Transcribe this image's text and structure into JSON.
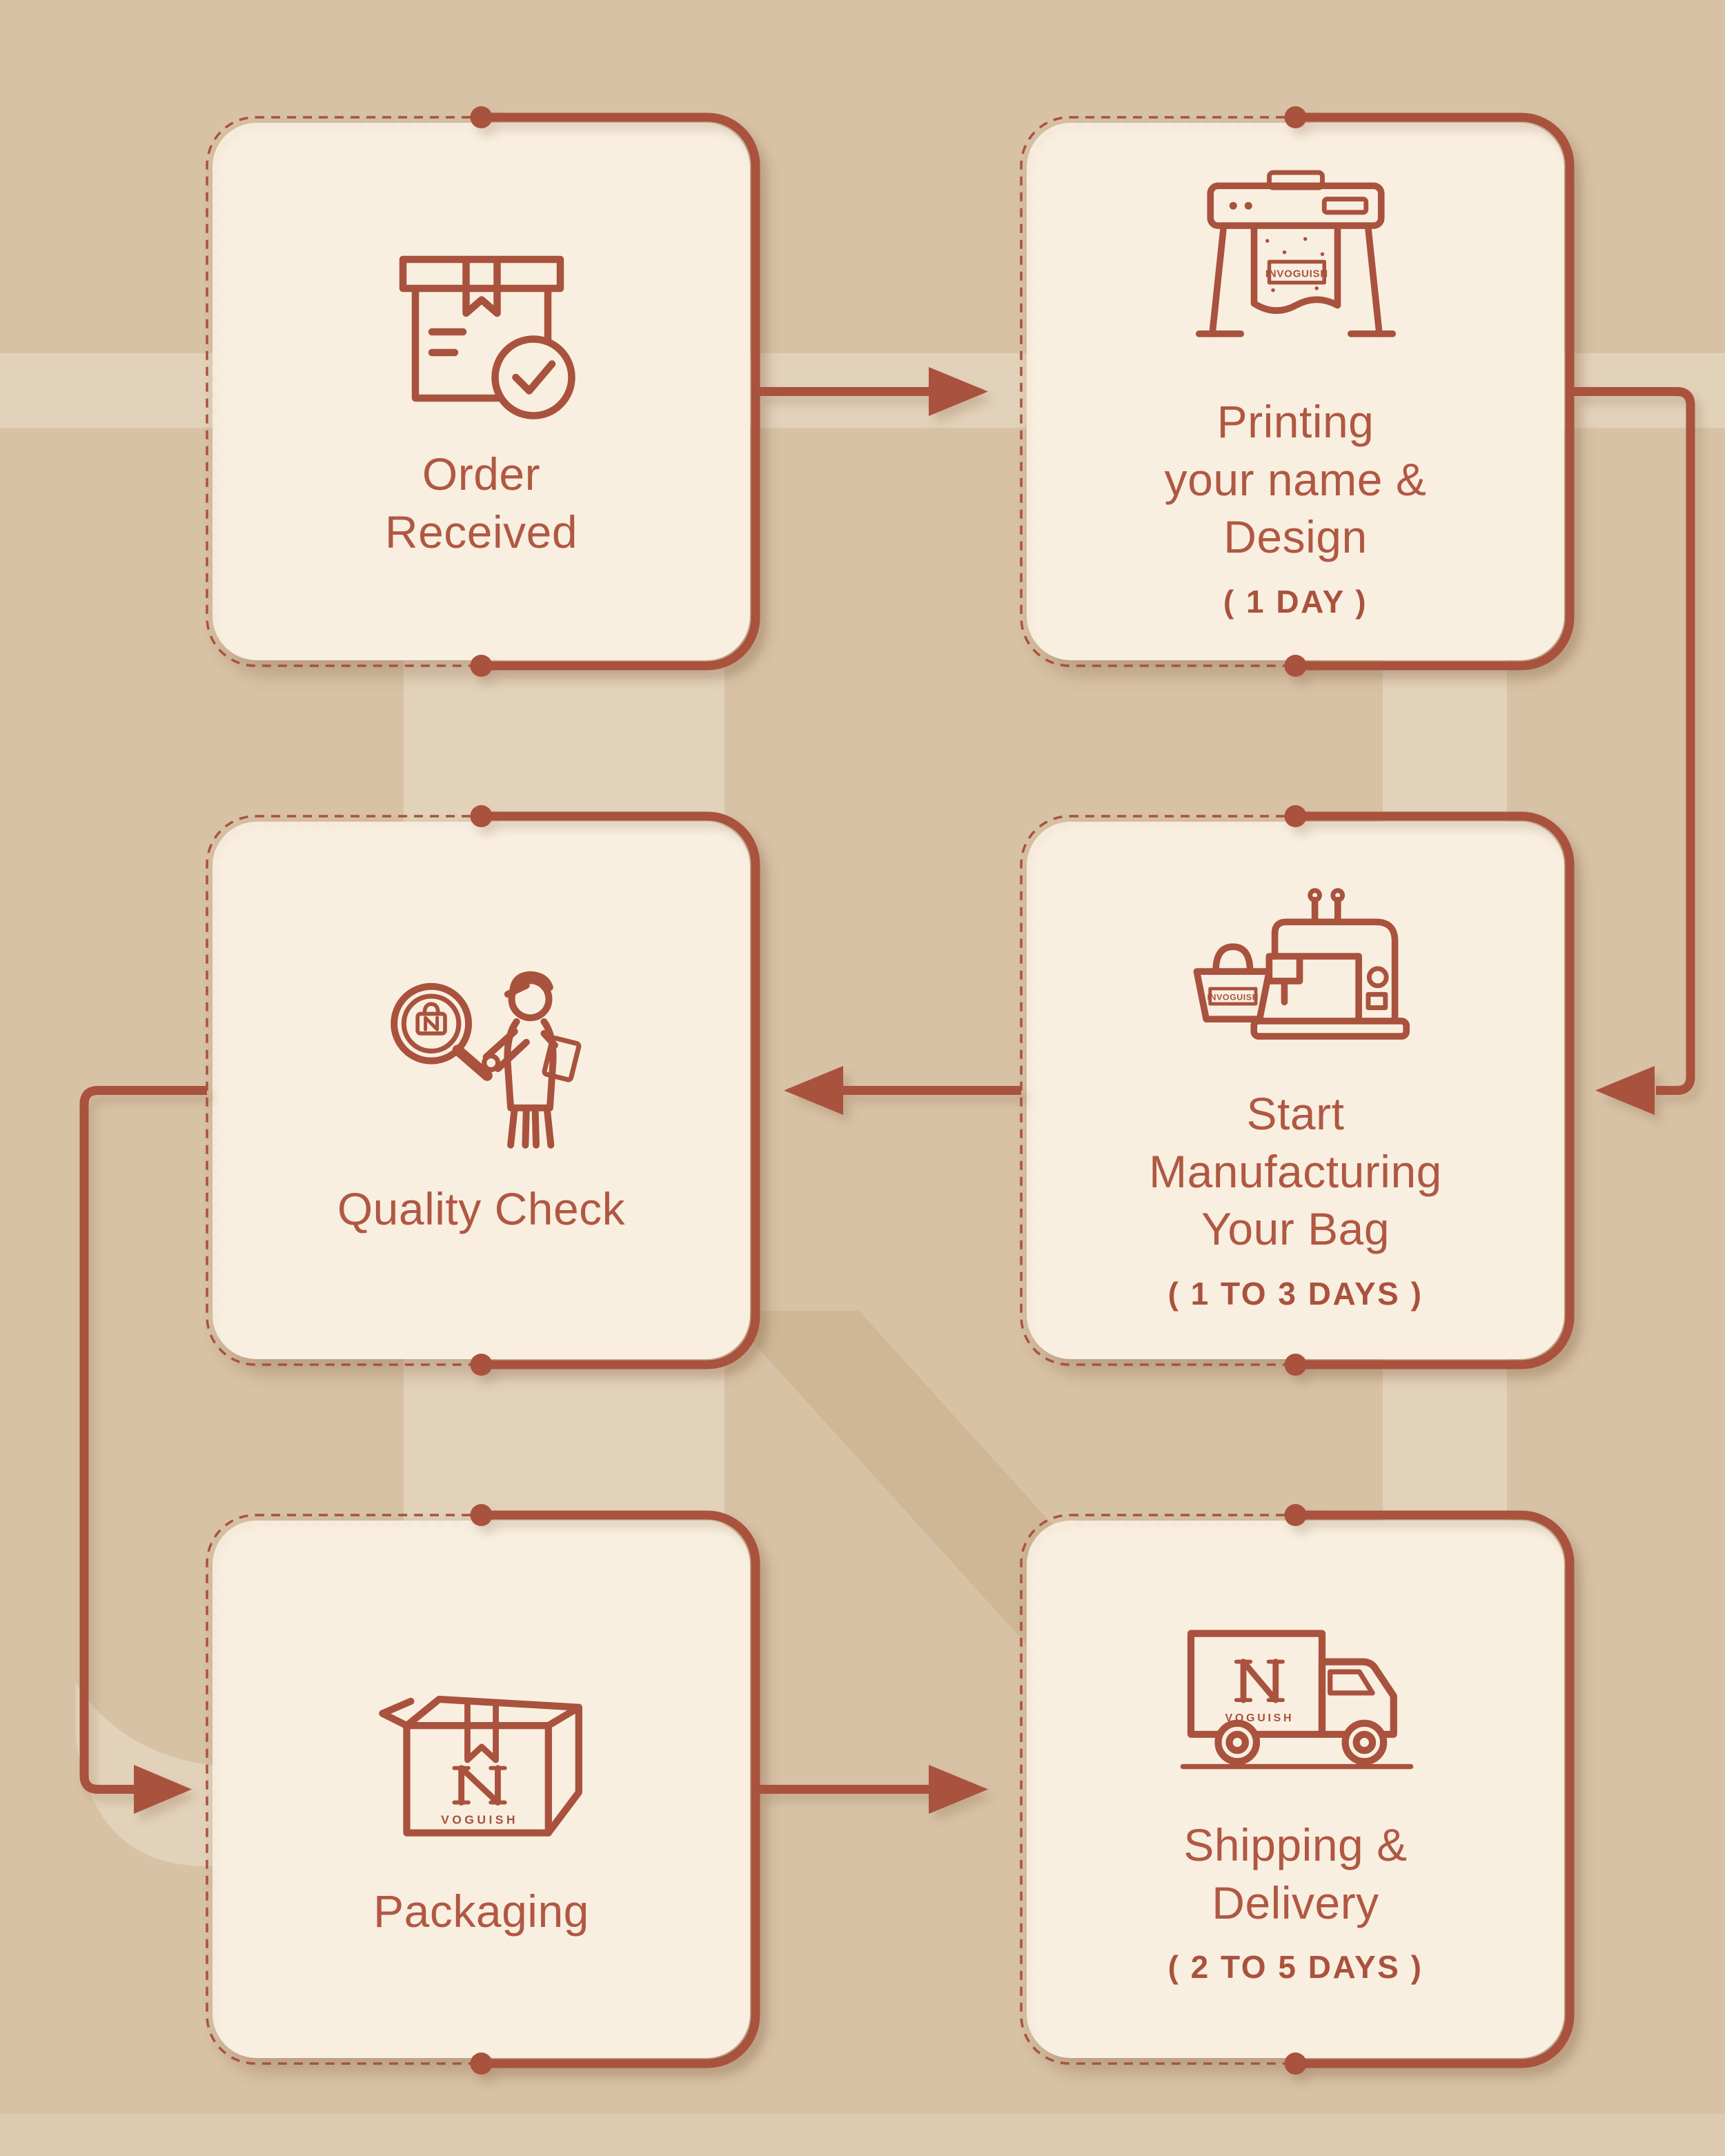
{
  "colors": {
    "background": "#d8c2a6",
    "card_background": "#f9efe0",
    "accent": "#a9523e",
    "title_text": "#b05843",
    "watermark_light": "#e3d2ba",
    "watermark_shadow": "#cfb795"
  },
  "brand": {
    "name": "VOGUISH",
    "label": "INVOGUISH"
  },
  "steps": [
    {
      "title": "Order\nReceived",
      "duration": "",
      "icon": "package-received-icon"
    },
    {
      "title": "Printing\nyour name &\nDesign",
      "duration": "( 1 DAY )",
      "icon": "printer-icon"
    },
    {
      "title": "Start\nManufacturing\nYour Bag",
      "duration": "( 1 TO 3 DAYS )",
      "icon": "sewing-machine-icon"
    },
    {
      "title": "Quality Check",
      "duration": "",
      "icon": "quality-check-icon"
    },
    {
      "title": "Packaging",
      "duration": "",
      "icon": "packaging-box-icon"
    },
    {
      "title": "Shipping &\nDelivery",
      "duration": "( 2 TO 5 DAYS )",
      "icon": "delivery-truck-icon"
    }
  ]
}
